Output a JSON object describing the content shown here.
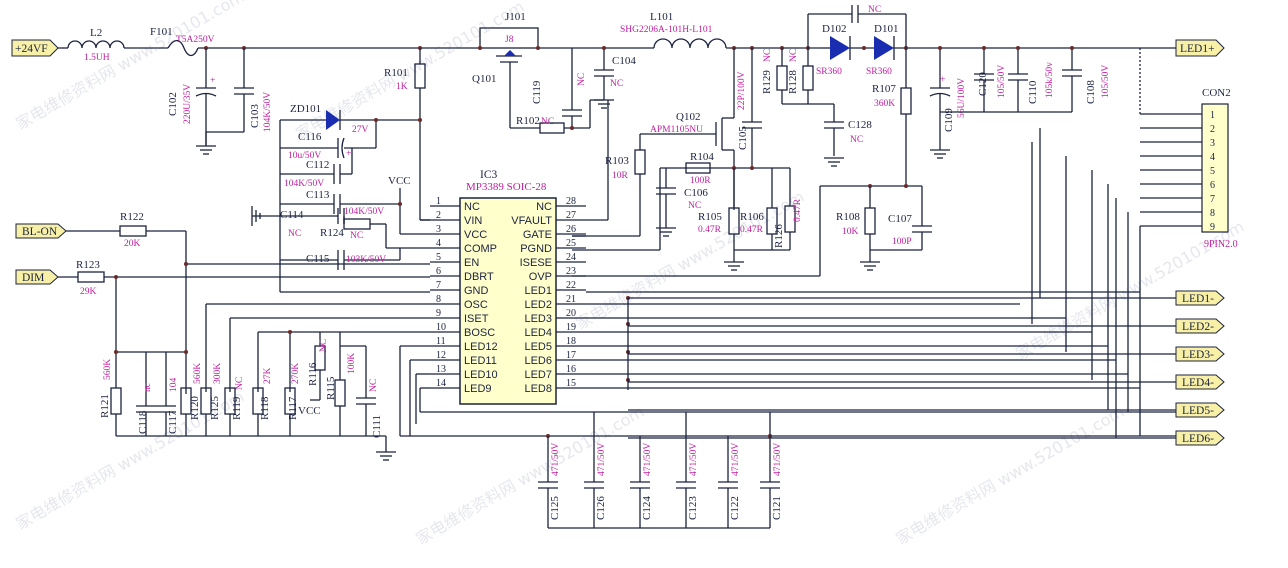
{
  "ports": {
    "vin": "+24VF",
    "led_plus": "LED1+",
    "bl_on": "BL-ON",
    "dim": "DIM",
    "led_minus": [
      "LED1-",
      "LED2-",
      "LED3-",
      "LED4-",
      "LED5-",
      "LED6-"
    ]
  },
  "ic": {
    "ref": "IC3",
    "part": "MP3389 SOIC-28",
    "left_pins": [
      {
        "num": "1",
        "name": "NC"
      },
      {
        "num": "2",
        "name": "VIN"
      },
      {
        "num": "3",
        "name": "VCC"
      },
      {
        "num": "4",
        "name": "COMP"
      },
      {
        "num": "5",
        "name": "EN"
      },
      {
        "num": "6",
        "name": "DBRT"
      },
      {
        "num": "7",
        "name": "GND"
      },
      {
        "num": "8",
        "name": "OSC"
      },
      {
        "num": "9",
        "name": "ISET"
      },
      {
        "num": "10",
        "name": "BOSC"
      },
      {
        "num": "11",
        "name": "LED12"
      },
      {
        "num": "12",
        "name": "LED11"
      },
      {
        "num": "13",
        "name": "LED10"
      },
      {
        "num": "14",
        "name": "LED9"
      }
    ],
    "right_pins": [
      {
        "num": "28",
        "name": "NC"
      },
      {
        "num": "27",
        "name": "VFAULT"
      },
      {
        "num": "26",
        "name": "GATE"
      },
      {
        "num": "25",
        "name": "PGND"
      },
      {
        "num": "24",
        "name": "ISESE"
      },
      {
        "num": "23",
        "name": "OVP"
      },
      {
        "num": "22",
        "name": "LED1"
      },
      {
        "num": "21",
        "name": "LED2"
      },
      {
        "num": "20",
        "name": "LED3"
      },
      {
        "num": "19",
        "name": "LED4"
      },
      {
        "num": "18",
        "name": "LED5"
      },
      {
        "num": "17",
        "name": "LED6"
      },
      {
        "num": "16",
        "name": "LED7"
      },
      {
        "num": "15",
        "name": "LED8"
      }
    ]
  },
  "connector": {
    "ref": "CON2",
    "value": "9PIN2.0",
    "pins": [
      "1",
      "2",
      "3",
      "4",
      "5",
      "6",
      "7",
      "8",
      "9"
    ]
  },
  "parts": {
    "L2": {
      "ref": "L2",
      "val": "1.5UH"
    },
    "F101": {
      "ref": "F101",
      "val": "T5A250V"
    },
    "J101": {
      "ref": "J101",
      "val": "J8"
    },
    "Q101": {
      "ref": "Q101"
    },
    "L101": {
      "ref": "L101",
      "val": "SHG2206A-101H-L101"
    },
    "C104": {
      "ref": "C104",
      "val": "NC"
    },
    "D102": {
      "ref": "D102",
      "val": "SR360"
    },
    "D101": {
      "ref": "D101",
      "val": "SR360"
    },
    "Ctop": {
      "val": "NC"
    },
    "C102": {
      "ref": "C102",
      "val": "220U/35V"
    },
    "C103": {
      "ref": "C103",
      "val": "104K/50V"
    },
    "R101": {
      "ref": "R101",
      "val": "1K"
    },
    "C119": {
      "ref": "C119",
      "val": "NC"
    },
    "R102": {
      "ref": "R102",
      "val": "NC"
    },
    "ZD101": {
      "ref": "ZD101",
      "val": "27V"
    },
    "C116": {
      "ref": "C116",
      "val": "10u/50V"
    },
    "C112": {
      "ref": "C112",
      "val": "104K/50V"
    },
    "C113": {
      "ref": "C113",
      "val": "104K/50V"
    },
    "C114": {
      "ref": "C114",
      "val": "NC"
    },
    "R124": {
      "ref": "R124",
      "val": "NC"
    },
    "C115": {
      "ref": "C115",
      "val": "103K/50V"
    },
    "VCC": "VCC",
    "R122": {
      "ref": "R122",
      "val": "20K"
    },
    "R123": {
      "ref": "R123",
      "val": "29K"
    },
    "Q102": {
      "ref": "Q102",
      "val": "APM1105NU"
    },
    "C105": {
      "ref": "C105",
      "val": "22P/100V"
    },
    "R129": {
      "ref": "R129",
      "val": "NC"
    },
    "R128": {
      "ref": "R128",
      "val": "NC"
    },
    "C128": {
      "ref": "C128",
      "val": "NC"
    },
    "R103": {
      "ref": "R103",
      "val": "10R"
    },
    "R104": {
      "ref": "R104",
      "val": "100R"
    },
    "C106": {
      "ref": "C106",
      "val": "NC"
    },
    "R105": {
      "ref": "R105",
      "val": "0.47R"
    },
    "R106": {
      "ref": "R106",
      "val": "0.47R"
    },
    "R126": {
      "ref": "R126",
      "val": "0.47R"
    },
    "R107": {
      "ref": "R107",
      "val": "360K"
    },
    "R108": {
      "ref": "R108",
      "val": "10K"
    },
    "C107": {
      "ref": "C107",
      "val": "100P"
    },
    "C109": {
      "ref": "C109",
      "val": "56U/100V"
    },
    "C120": {
      "ref": "C120",
      "val": "105/50V"
    },
    "C110": {
      "ref": "C110",
      "val": "105k/50v"
    },
    "C108": {
      "ref": "C108",
      "val": "105/50V"
    },
    "R121": {
      "ref": "R121",
      "val": "560K"
    },
    "C118": {
      "ref": "C118",
      "val": "nc"
    },
    "C117": {
      "ref": "C117",
      "val": "104"
    },
    "R120": {
      "ref": "R120",
      "val": "560K"
    },
    "R125": {
      "ref": "R125",
      "val": "300K"
    },
    "R119": {
      "ref": "R119",
      "val": "NC"
    },
    "R118": {
      "ref": "R118",
      "val": "27K"
    },
    "R117": {
      "ref": "R117",
      "val": "270K"
    },
    "R116": {
      "ref": "R116",
      "val": "NC"
    },
    "R115": {
      "ref": "R115",
      "val": "100K"
    },
    "C111": {
      "ref": "C111",
      "val": "NC"
    },
    "led_caps": [
      {
        "ref": "C125",
        "val": "471/50V"
      },
      {
        "ref": "C126",
        "val": "471/50V"
      },
      {
        "ref": "C124",
        "val": "471/50V"
      },
      {
        "ref": "C123",
        "val": "471/50V"
      },
      {
        "ref": "C122",
        "val": "471/50V"
      },
      {
        "ref": "C121",
        "val": "471/50V"
      }
    ]
  },
  "watermark": "家电维修资料网 www.520101.com"
}
